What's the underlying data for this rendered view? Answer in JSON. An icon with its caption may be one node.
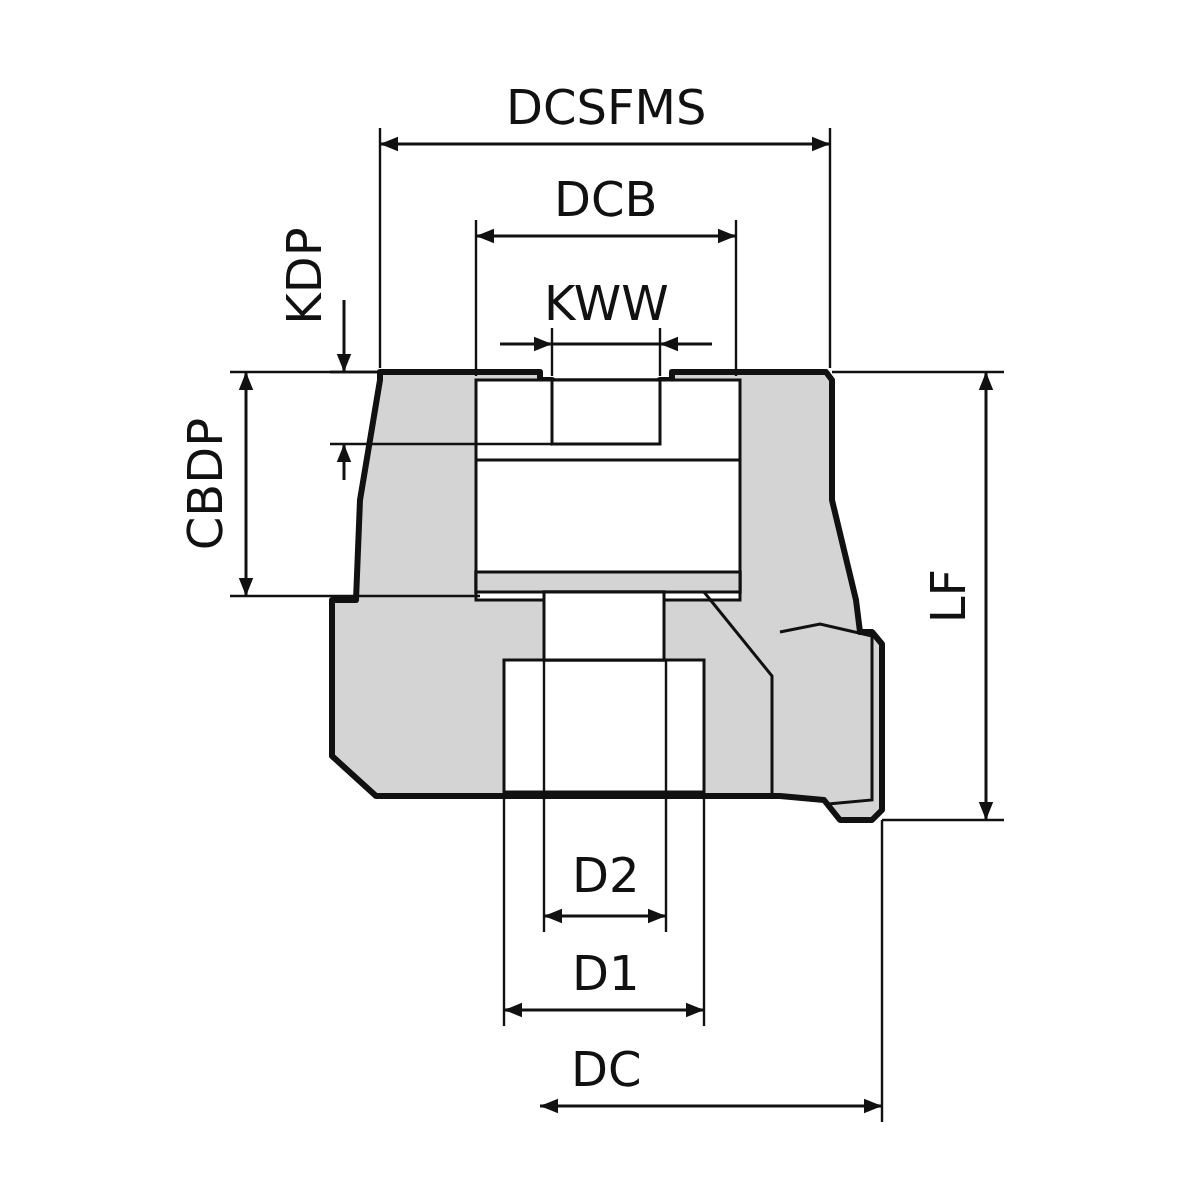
{
  "diagram": {
    "labels": [
      "DCSFMS",
      "DCB",
      "KDP",
      "KWW",
      "CBDP",
      "LF",
      "D2",
      "D1",
      "DC"
    ]
  }
}
